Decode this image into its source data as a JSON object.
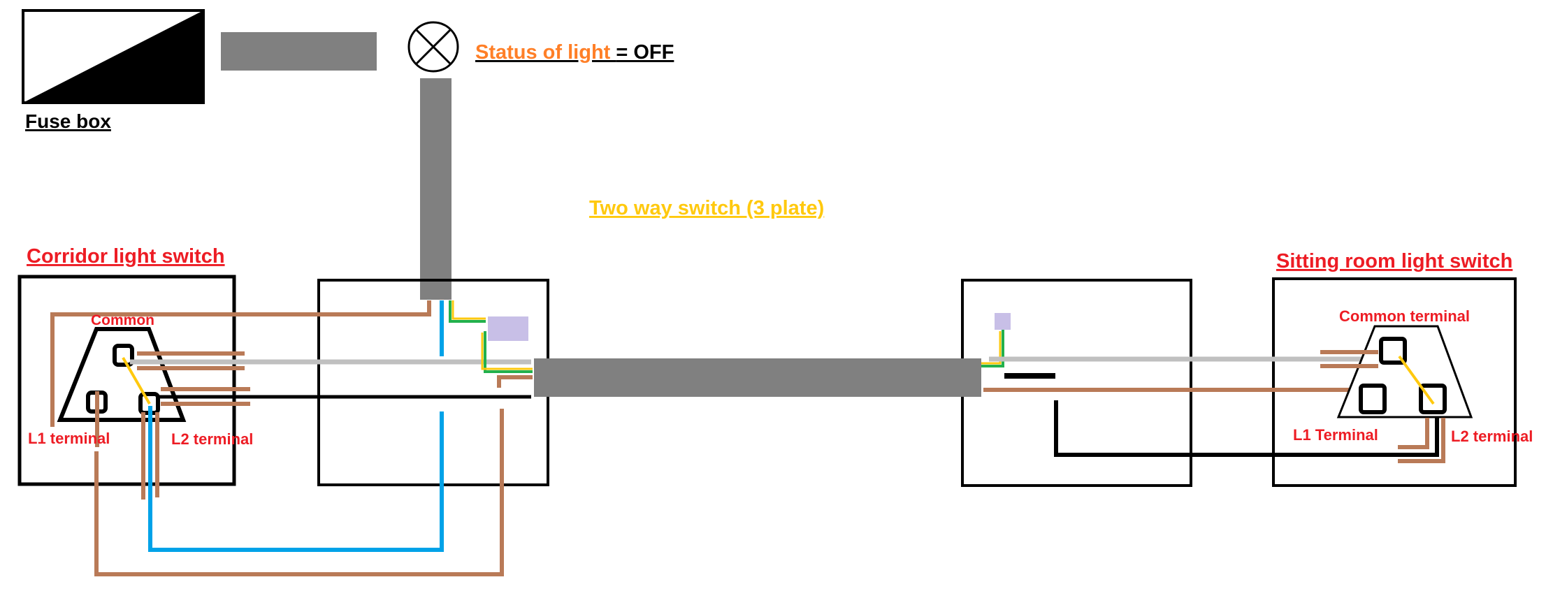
{
  "labels": {
    "fuse_box": "Fuse box",
    "status_prefix": "Status of light ",
    "status_value": "= OFF",
    "two_way_switch": "Two way switch (3 plate)",
    "corridor_switch": "Corridor light switch",
    "sitting_room_switch": "Sitting room light switch",
    "corridor_common": "Common",
    "corridor_l1": "L1 terminal",
    "corridor_l2": "L2 terminal",
    "sitting_common": "Common terminal",
    "sitting_l1": "L1 Terminal",
    "sitting_l2": "L2 terminal"
  },
  "colors": {
    "cable_grey": "#808080",
    "sleeve_grey": "#c0c0c0",
    "brown": "#b97a57",
    "blue": "#00a2e8",
    "black": "#000000",
    "yellow": "#ffc90e",
    "green": "#22b14c",
    "lilac": "#c8bfe7",
    "label_red": "#ed1c24",
    "label_orange": "#ff7f27",
    "label_gold": "#ffc90e"
  },
  "icons": {
    "lamp": "lamp-icon",
    "fuse": "fuse-box-icon"
  }
}
